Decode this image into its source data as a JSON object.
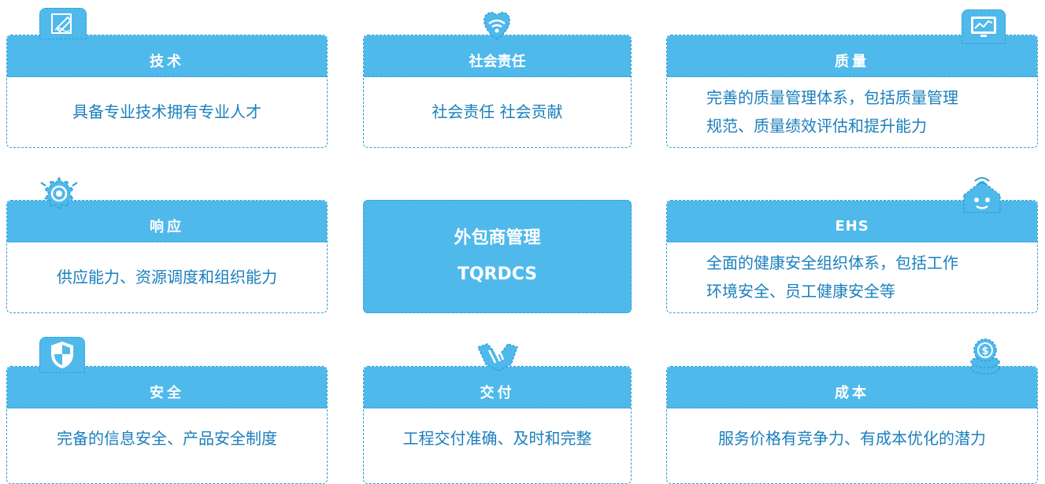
{
  "center": {
    "title": "外包商管理",
    "subtitle": "TQRDCS"
  },
  "cards": {
    "tech": {
      "title": "技术",
      "lines": [
        "具备专业技术拥有专业人才"
      ],
      "icon": "signature-pen-icon"
    },
    "social": {
      "title": "社会责任",
      "lines": [
        "社会责任 社会贡献"
      ],
      "icon": "heart-hand-icon"
    },
    "quality": {
      "title": "质量",
      "lines": [
        "完善的质量管理体系，包括质量管理",
        "规范、质量绩效评估和提升能力"
      ],
      "icon": "monitor-chart-icon"
    },
    "response": {
      "title": "响应",
      "lines": [
        "供应能力、资源调度和组织能力"
      ],
      "icon": "gear-bulb-icon"
    },
    "ehs": {
      "title": "EHS",
      "lines": [
        "全面的健康安全组织体系，包括工作",
        "环境安全、员工健康安全等"
      ],
      "icon": "smart-home-icon"
    },
    "safety": {
      "title": "安全",
      "lines": [
        "完备的信息安全、产品安全制度"
      ],
      "icon": "shield-icon"
    },
    "delivery": {
      "title": "交付",
      "lines": [
        "工程交付准确、及时和完整"
      ],
      "icon": "handshake-icon"
    },
    "cost": {
      "title": "成本",
      "lines": [
        "服务价格有竞争力、有成本优化的潜力"
      ],
      "icon": "coins-icon"
    }
  },
  "colors": {
    "accent": "#4fb9ec",
    "border": "#2f9fd6",
    "text": "#1a7fbd"
  }
}
